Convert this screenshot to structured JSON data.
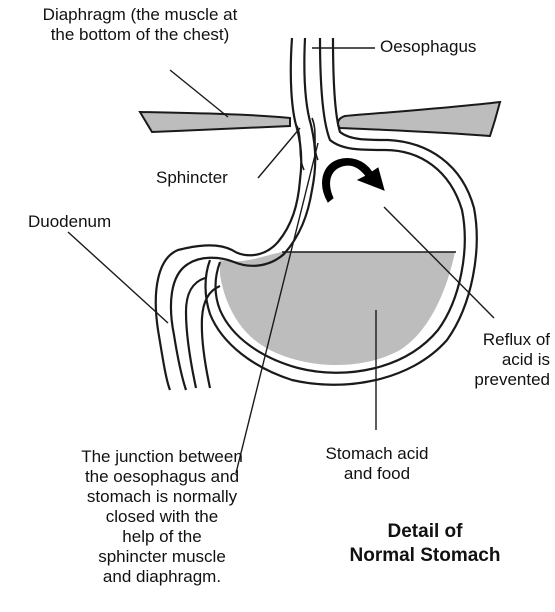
{
  "labels": {
    "diaphragm_line1": "Diaphragm (the muscle at",
    "diaphragm_line2": "the bottom of the chest)",
    "oesophagus": "Oesophagus",
    "sphincter": "Sphincter",
    "duodenum": "Duodenum",
    "reflux_line1": "Reflux of",
    "reflux_line2": "acid is",
    "reflux_line3": "prevented",
    "acid_line1": "Stomach acid",
    "acid_line2": "and food",
    "junction_line1": "The junction between",
    "junction_line2": "the oesophagus and",
    "junction_line3": "stomach is normally",
    "junction_line4": "closed with the",
    "junction_line5": "help of the",
    "junction_line6": "sphincter muscle",
    "junction_line7": "and diaphragm."
  },
  "title": {
    "line1": "Detail of",
    "line2": "Normal Stomach"
  },
  "colors": {
    "fill": "#bdbdbd",
    "outline": "#1a1a1a",
    "background": "#ffffff"
  }
}
